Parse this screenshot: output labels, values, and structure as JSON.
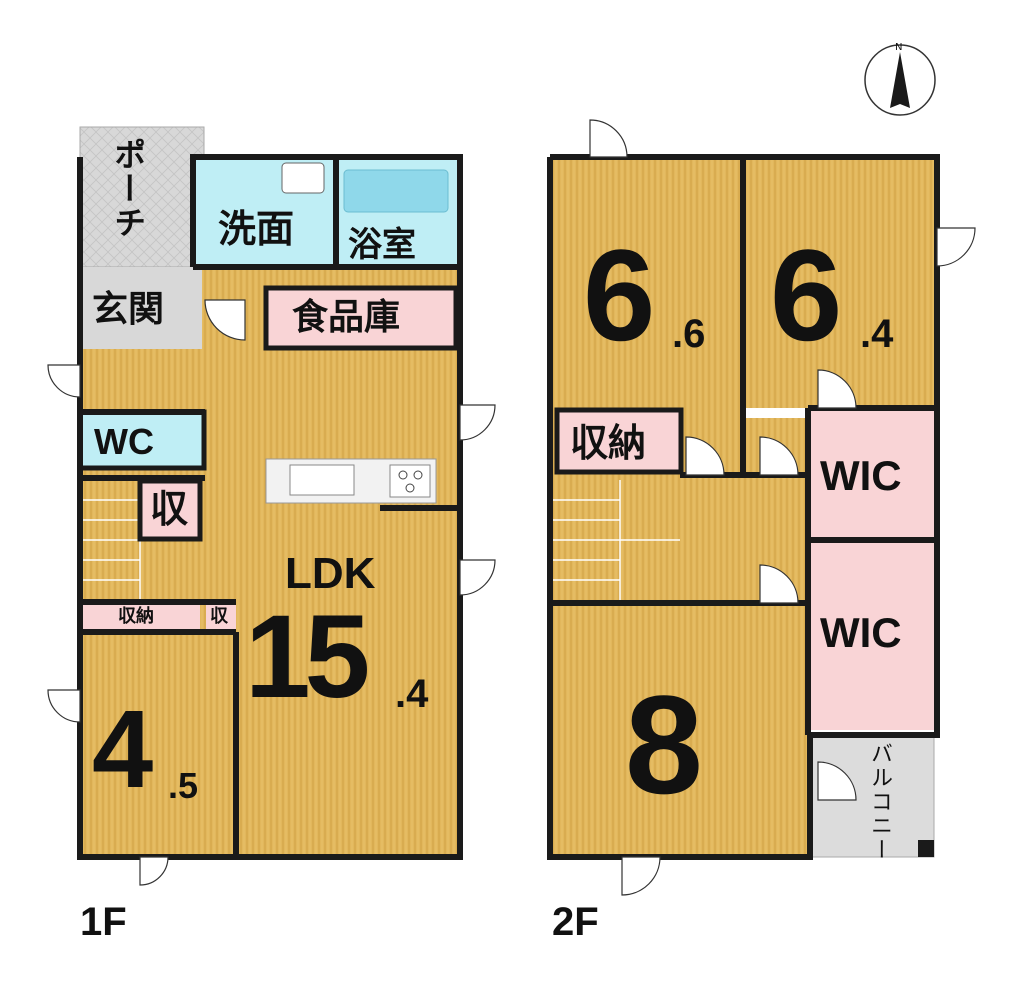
{
  "floors": [
    {
      "label": "1F",
      "rooms": {
        "porch": "ポーチ",
        "washroom": "洗面",
        "bath": "浴室",
        "entrance": "玄関",
        "pantry": "食品庫",
        "wc": "WC",
        "storage_small_a": "収",
        "storage_a": "収納",
        "storage_small_b": "収",
        "ldk": {
          "label": "LDK",
          "size_int": "15",
          "size_dec": ".4"
        },
        "western_room": {
          "size_int": "4",
          "size_dec": ".5"
        }
      }
    },
    {
      "label": "2F",
      "rooms": {
        "room_nw": {
          "size_int": "6",
          "size_dec": ".6"
        },
        "room_ne": {
          "size_int": "6",
          "size_dec": ".4"
        },
        "storage": "収納",
        "wic_1": "WIC",
        "wic_2": "WIC",
        "room_south": {
          "size_int": "8"
        },
        "balcony": "バルコニー"
      }
    }
  ],
  "compass": {
    "north_label": "N"
  },
  "colors": {
    "floor_wood": "#e2b75c",
    "floor_grain": "#d3a447",
    "wet_area": "#bfeef5",
    "pink_area": "#f9d4d6",
    "tile": "#d9d9d9",
    "wall": "#1a1a1a"
  }
}
